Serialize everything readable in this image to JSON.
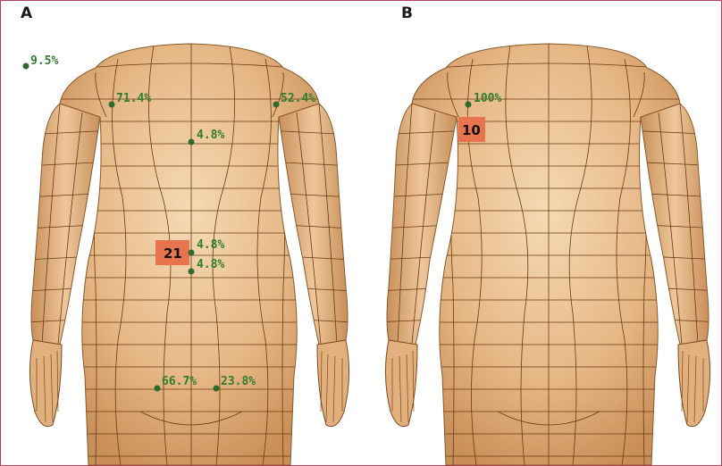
{
  "panels": [
    {
      "label": "A",
      "markers": [
        {
          "id": "a1",
          "value": "9.5%"
        },
        {
          "id": "a2",
          "value": "71.4%"
        },
        {
          "id": "a3",
          "value": "52.4%"
        },
        {
          "id": "a4",
          "value": "4.8%"
        },
        {
          "id": "a5",
          "value": "4.8%"
        },
        {
          "id": "a6",
          "value": "4.8%"
        },
        {
          "id": "a7",
          "value": "66.7%"
        },
        {
          "id": "a8",
          "value": "23.8%"
        }
      ],
      "highlight": {
        "count": "21"
      }
    },
    {
      "label": "B",
      "markers": [
        {
          "id": "b1",
          "value": "100%"
        }
      ],
      "highlight": {
        "count": "10"
      }
    }
  ],
  "colors": {
    "skin_light": "#f2d2a8",
    "skin_mid": "#e2b07c",
    "skin_dark": "#c48a55",
    "grid_line": "#6b3a12",
    "marker": "#2e7d2e",
    "highlight": "#e8744f",
    "border": "#b2415c"
  },
  "icons": {
    "body": "human-torso-back-view",
    "marker": "green-dot"
  }
}
